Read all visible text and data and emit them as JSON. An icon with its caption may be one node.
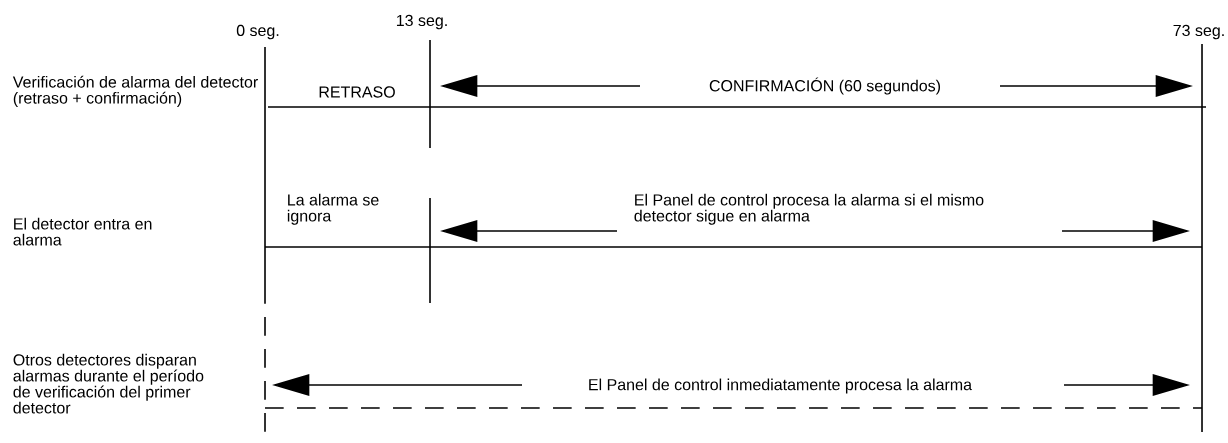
{
  "diagram": {
    "labels": [
      "0 seg.",
      "13 seg.",
      "73 seg.",
      "Verificación de alarma del detector (retraso + confirmación)",
      "RETRASO",
      "CONFIRMACIÓN (60 segundos)",
      "La alarma se ignora",
      "El Panel de control procesa la alarma si el mismo detector sigue en alarma",
      "El detector entra en alarma",
      "Otros detectores disparan alarmas durante el período de verificación del primer detector",
      "El Panel de control inmediatamente procesa la alarma"
    ]
  }
}
